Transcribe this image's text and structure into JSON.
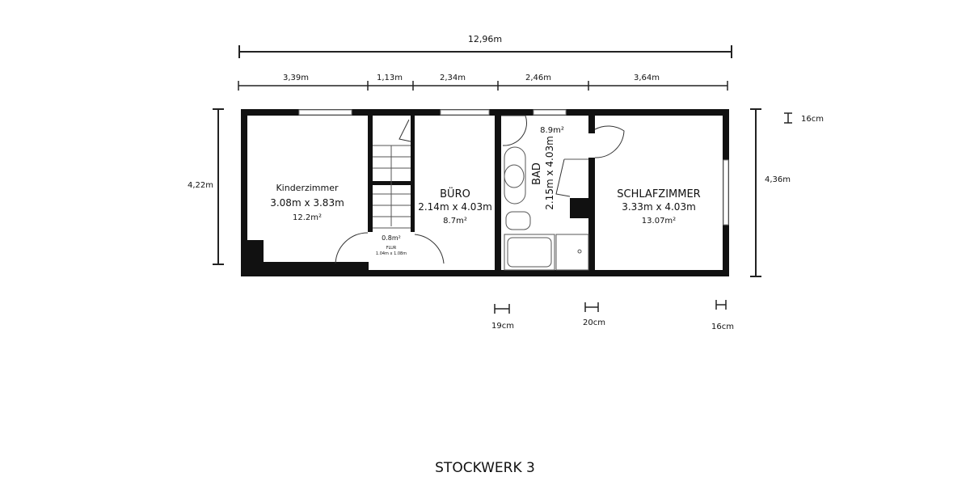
{
  "title": "STOCKWERK 3",
  "dimensions": {
    "total_width": "12,96m",
    "segments": [
      "3,39m",
      "1,13m",
      "2,34m",
      "2,46m",
      "3,64m"
    ],
    "left_height": "4,22m",
    "right_height": "4,36m",
    "wall_outer": "16cm",
    "wall_1": "19cm",
    "wall_2": "20cm",
    "wall_3": "16cm"
  },
  "rooms": [
    {
      "name": "Kinderzimmer",
      "size": "3.08m x 3.83m",
      "area": "12.2m²"
    },
    {
      "name": "BÜRO",
      "size": "2.14m x 4.03m",
      "area": "8.7m²"
    },
    {
      "name": "BAD",
      "size": "2.15m x 4.03m",
      "area": "8.9m²"
    },
    {
      "name": "SCHLAFZIMMER",
      "size": "3.33m x 4.03m",
      "area": "13.07m²"
    },
    {
      "name": "FLUR",
      "size": "1.04m x 1.08m",
      "area": "0.8m²"
    }
  ],
  "colors": {
    "wall": "#111111",
    "line": "#222222",
    "background": "#ffffff"
  }
}
